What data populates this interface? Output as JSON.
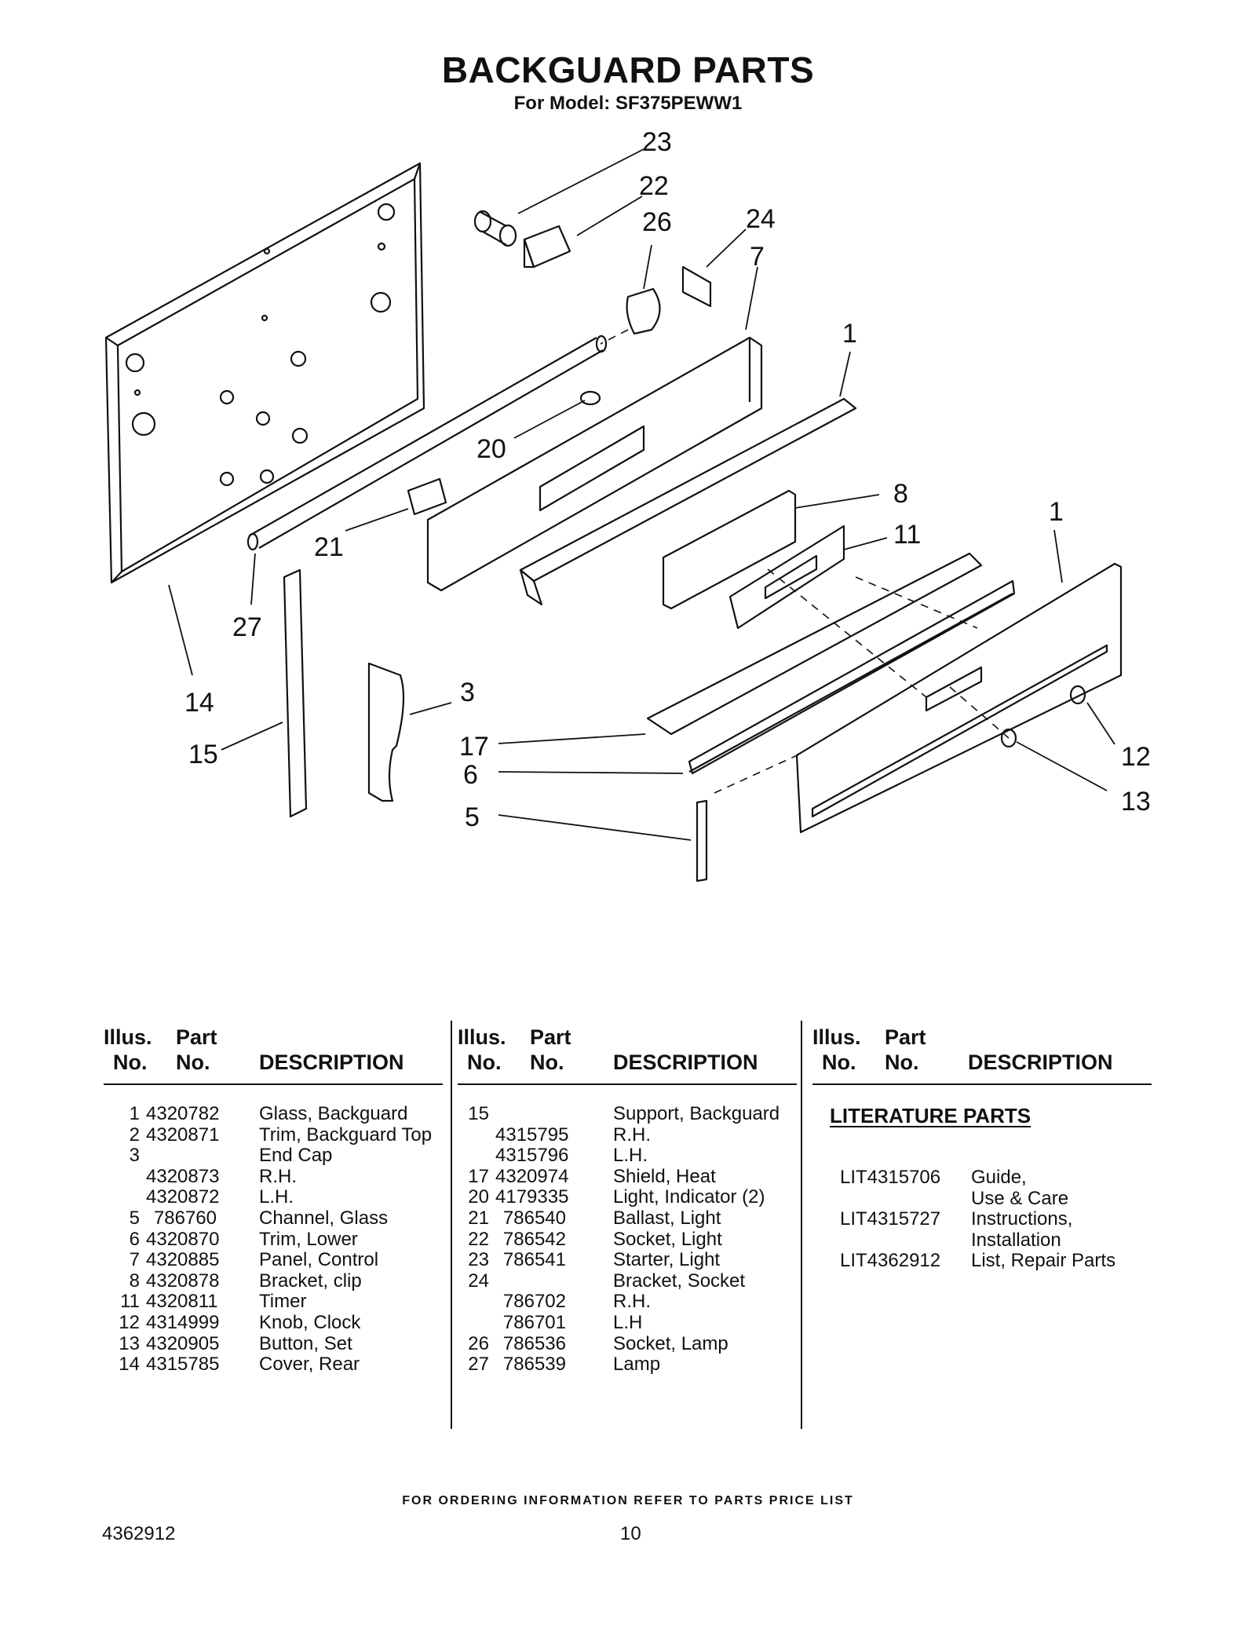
{
  "title": "BACKGUARD PARTS",
  "subtitle": "For Model: SF375PEWW1",
  "callouts": [
    "23",
    "22",
    "26",
    "24",
    "7",
    "1",
    "20",
    "8",
    "1",
    "11",
    "21",
    "27",
    "14",
    "3",
    "15",
    "17",
    "6",
    "5",
    "12",
    "13"
  ],
  "table_header": {
    "illus_line1": "Illus.",
    "illus_line2": "No.",
    "part_line1": "Part",
    "part_line2": "No.",
    "description": "DESCRIPTION"
  },
  "column1": [
    {
      "illus": "1",
      "part": "4320782",
      "desc": "Glass, Backguard"
    },
    {
      "illus": "2",
      "part": "4320871",
      "desc": "Trim, Backguard Top"
    },
    {
      "illus": "3",
      "part": "",
      "desc": "End Cap"
    },
    {
      "illus": "",
      "part": "4320873",
      "desc": "R.H."
    },
    {
      "illus": "",
      "part": "4320872",
      "desc": "L.H."
    },
    {
      "illus": "5",
      "part": "786760",
      "desc": "Channel, Glass"
    },
    {
      "illus": "6",
      "part": "4320870",
      "desc": "Trim, Lower"
    },
    {
      "illus": "7",
      "part": "4320885",
      "desc": "Panel, Control"
    },
    {
      "illus": "8",
      "part": "4320878",
      "desc": "Bracket, clip"
    },
    {
      "illus": "11",
      "part": "4320811",
      "desc": "Timer"
    },
    {
      "illus": "12",
      "part": "4314999",
      "desc": "Knob, Clock"
    },
    {
      "illus": "13",
      "part": "4320905",
      "desc": "Button, Set"
    },
    {
      "illus": "14",
      "part": "4315785",
      "desc": "Cover, Rear"
    }
  ],
  "column2": [
    {
      "illus": "15",
      "part": "",
      "desc": "Support, Backguard"
    },
    {
      "illus": "",
      "part": "4315795",
      "desc": "R.H."
    },
    {
      "illus": "",
      "part": "4315796",
      "desc": "L.H."
    },
    {
      "illus": "17",
      "part": "4320974",
      "desc": "Shield, Heat"
    },
    {
      "illus": "20",
      "part": "4179335",
      "desc": "Light, Indicator (2)"
    },
    {
      "illus": "21",
      "part": "786540",
      "desc": "Ballast, Light"
    },
    {
      "illus": "22",
      "part": "786542",
      "desc": "Socket, Light"
    },
    {
      "illus": "23",
      "part": "786541",
      "desc": "Starter, Light"
    },
    {
      "illus": "24",
      "part": "",
      "desc": "Bracket, Socket"
    },
    {
      "illus": "",
      "part": "786702",
      "desc": "R.H."
    },
    {
      "illus": "",
      "part": "786701",
      "desc": "L.H"
    },
    {
      "illus": "26",
      "part": "786536",
      "desc": "Socket, Lamp"
    },
    {
      "illus": "27",
      "part": "786539",
      "desc": "Lamp"
    }
  ],
  "literature": {
    "title": "LITERATURE PARTS",
    "items": [
      {
        "part": "LIT4315706",
        "desc_line1": "Guide,",
        "desc_line2": "Use & Care"
      },
      {
        "part": "LIT4315727",
        "desc_line1": "Instructions,",
        "desc_line2": "Installation"
      },
      {
        "part": "LIT4362912",
        "desc_line1": "List, Repair Parts",
        "desc_line2": ""
      }
    ]
  },
  "footer": "FOR ORDERING INFORMATION REFER TO PARTS PRICE LIST",
  "doc_number": "4362912",
  "page_number": "10"
}
